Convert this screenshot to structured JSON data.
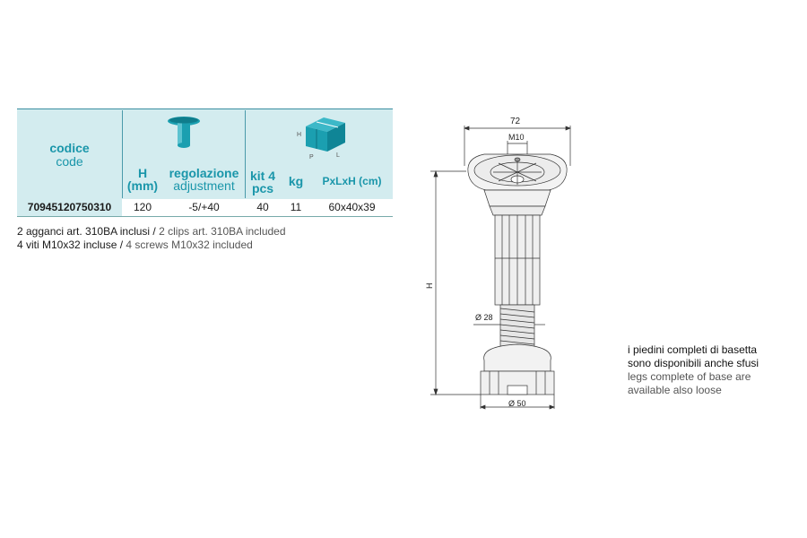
{
  "table": {
    "header": {
      "code_it": "codice",
      "code_en": "code",
      "h_label": "H",
      "h_unit": "(mm)",
      "adj_it": "regolazione",
      "adj_en": "adjustment",
      "kit_line1": "kit 4",
      "kit_line2": "pcs",
      "kg": "kg",
      "dims": "PxLxH (cm)",
      "box_labels": {
        "h": "H",
        "p": "P",
        "l": "L"
      }
    },
    "row": {
      "code": "70945120750310",
      "h": "120",
      "adjustment": "-5/+40",
      "kit": "40",
      "kg": "11",
      "dims": "60x40x39"
    }
  },
  "notes": [
    {
      "it": "2 agganci art. 310BA inclusi / ",
      "en": "2 clips art. 310BA included"
    },
    {
      "it": "4 viti M10x32 incluse / ",
      "en": "4 screws M10x32 included"
    }
  ],
  "info": {
    "it_line1": "i piedini completi di basetta",
    "it_line2": "sono disponibili anche sfusi",
    "en_line1": "legs complete of base are",
    "en_line2": "available also loose"
  },
  "drawing": {
    "dim_width": "72",
    "dim_thread": "M10",
    "dim_height": "H",
    "dim_core": "Ø 28",
    "dim_base": "Ø 50"
  },
  "colors": {
    "accent": "#1a96aa",
    "header_bg": "#d3ecef",
    "icon": "#1b9fb0"
  }
}
